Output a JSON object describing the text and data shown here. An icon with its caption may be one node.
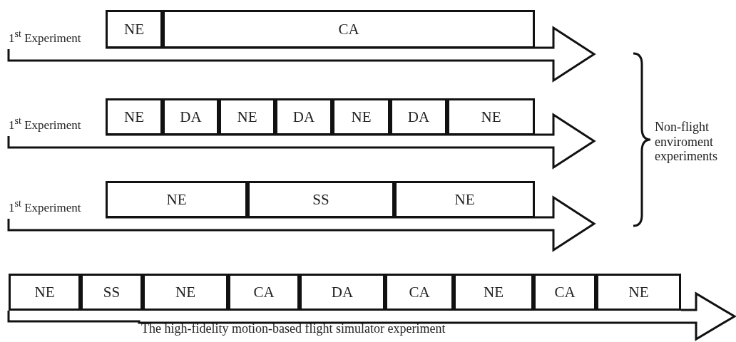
{
  "diagram": {
    "nodes": [
      {
        "text": [
          "1$^{st}$ Experiment"
        ]
      },
      {
        "text": [
          "NE"
        ]
      },
      {
        "text": [
          "CA"
        ]
      },
      {
        "text": [
          "1$^{st}$ Experiment"
        ]
      },
      {
        "text": [
          "NE"
        ]
      },
      {
        "text": [
          "DA"
        ]
      },
      {
        "text": [
          "NE"
        ]
      },
      {
        "text": [
          "DA"
        ]
      },
      {
        "text": [
          "NE"
        ]
      },
      {
        "text": [
          "DA"
        ]
      },
      {
        "text": [
          "NE"
        ]
      },
      {
        "text": [
          "1$^{st}$ Experiment"
        ]
      },
      {
        "text": [
          "NE"
        ]
      },
      {
        "text": [
          "SS"
        ]
      },
      {
        "text": [
          "NE"
        ]
      },
      {
        "text": [
          "NE"
        ]
      },
      {
        "text": [
          "SS"
        ]
      },
      {
        "text": [
          "NE"
        ]
      },
      {
        "text": [
          "CA"
        ]
      },
      {
        "text": [
          "DA"
        ]
      },
      {
        "text": [
          "CA"
        ]
      },
      {
        "text": [
          "NE"
        ]
      },
      {
        "text": [
          "CA"
        ]
      },
      {
        "text": [
          "NE"
        ]
      },
      {
        "text": [
          "The high-fidelity motion-based flight simulator experiment"
        ]
      }
    ],
    "labels": [
      "Non-flight enviroment experiments"
    ]
  }
}
